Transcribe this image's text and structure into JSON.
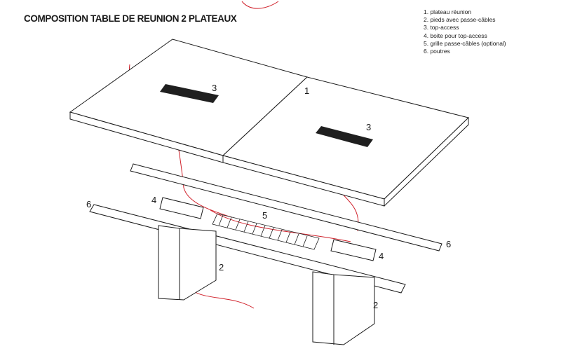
{
  "title": "COMPOSITION TABLE DE REUNION 2 PLATEAUX",
  "legend": [
    "1. plateau réunion",
    "2. pieds avec passe-câbles",
    "3. top-access",
    "4. boite pour top-access",
    "5. grille passe-câbles (optional)",
    "6. poutres"
  ],
  "callouts": {
    "c1": "1",
    "c2a": "2",
    "c2b": "2",
    "c3a": "3",
    "c3b": "3",
    "c4a": "4",
    "c4b": "4",
    "c5": "5",
    "c6a": "6",
    "c6b": "6"
  },
  "colors": {
    "line": "#1a1a1a",
    "red_cable": "#d0202a"
  }
}
